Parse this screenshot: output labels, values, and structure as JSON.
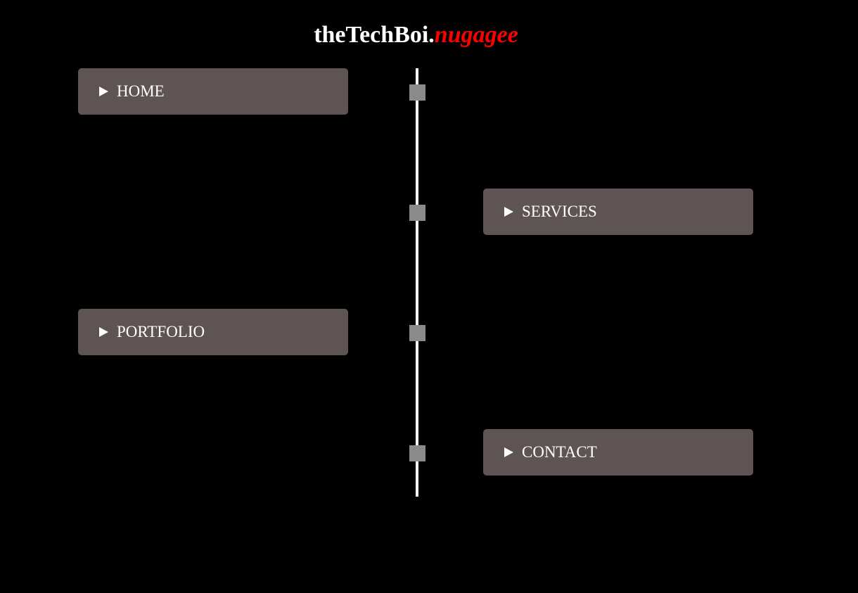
{
  "header": {
    "title_main": "theTechBoi.",
    "title_accent": "nugagee"
  },
  "colors": {
    "background": "#000000",
    "nav_box": "#5d5453",
    "marker": "#8a8a8a",
    "timeline": "#ffffff",
    "accent": "#ff0000"
  },
  "nav": {
    "items": [
      {
        "label": "HOME",
        "icon": "triangle-right-icon"
      },
      {
        "label": "SERVICES",
        "icon": "triangle-right-icon"
      },
      {
        "label": "PORTFOLIO",
        "icon": "triangle-right-icon"
      },
      {
        "label": "CONTACT",
        "icon": "triangle-right-icon"
      }
    ]
  }
}
